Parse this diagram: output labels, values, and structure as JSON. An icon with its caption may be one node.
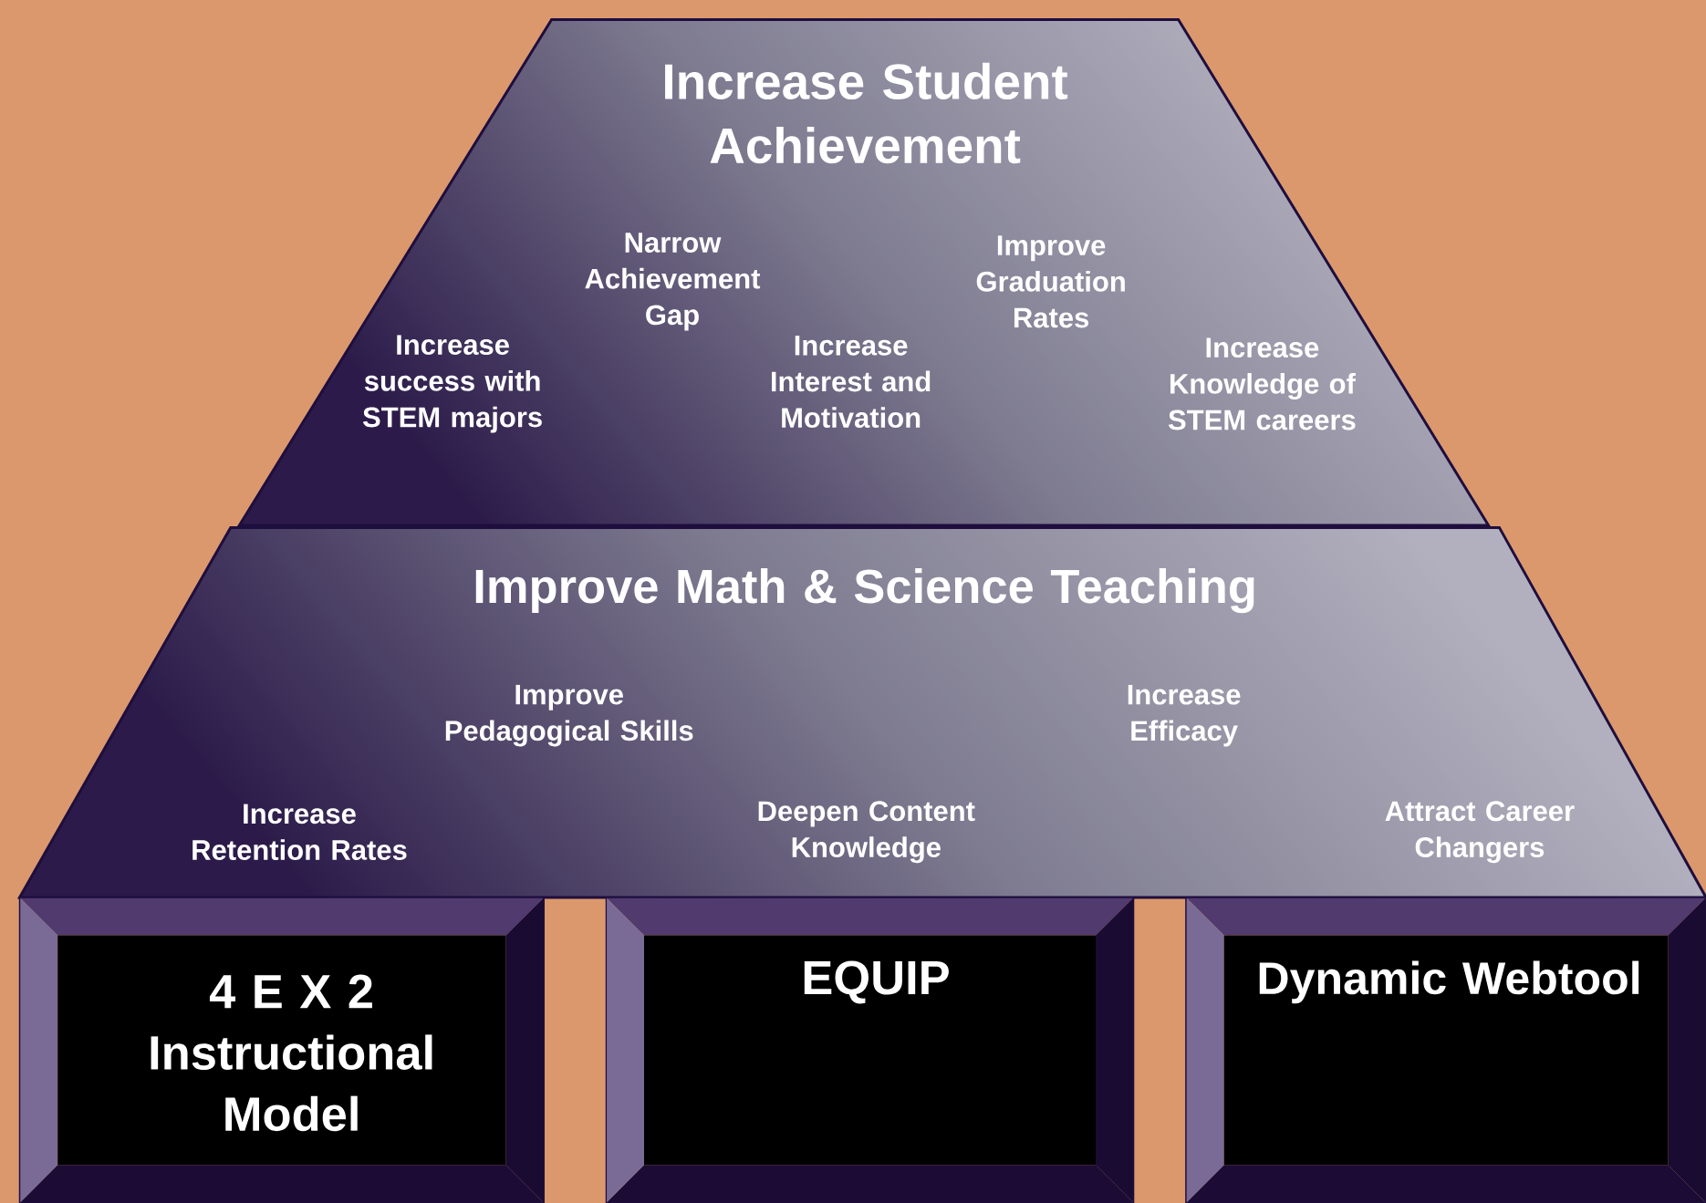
{
  "diagram": {
    "nodes": [
      {
        "text": [
          "Increase Student Achievement",
          "Narrow Achievement Gap",
          "Improve Graduation Rates",
          "Increase success with STEM majors",
          "Increase Interest and Motivation",
          "Increase Knowledge of STEM careers"
        ]
      },
      {
        "text": [
          "Improve Math & Science Teaching",
          "Improve Pedagogical Skills",
          "Increase Efficacy",
          "Increase Retention Rates",
          "Deepen Content Knowledge",
          "Attract Career Changers"
        ]
      },
      {
        "text": [
          "4 E X 2 Instructional Model"
        ]
      },
      {
        "text": [
          "EQUIP"
        ]
      },
      {
        "text": [
          "Dynamic Webtool"
        ]
      }
    ]
  }
}
